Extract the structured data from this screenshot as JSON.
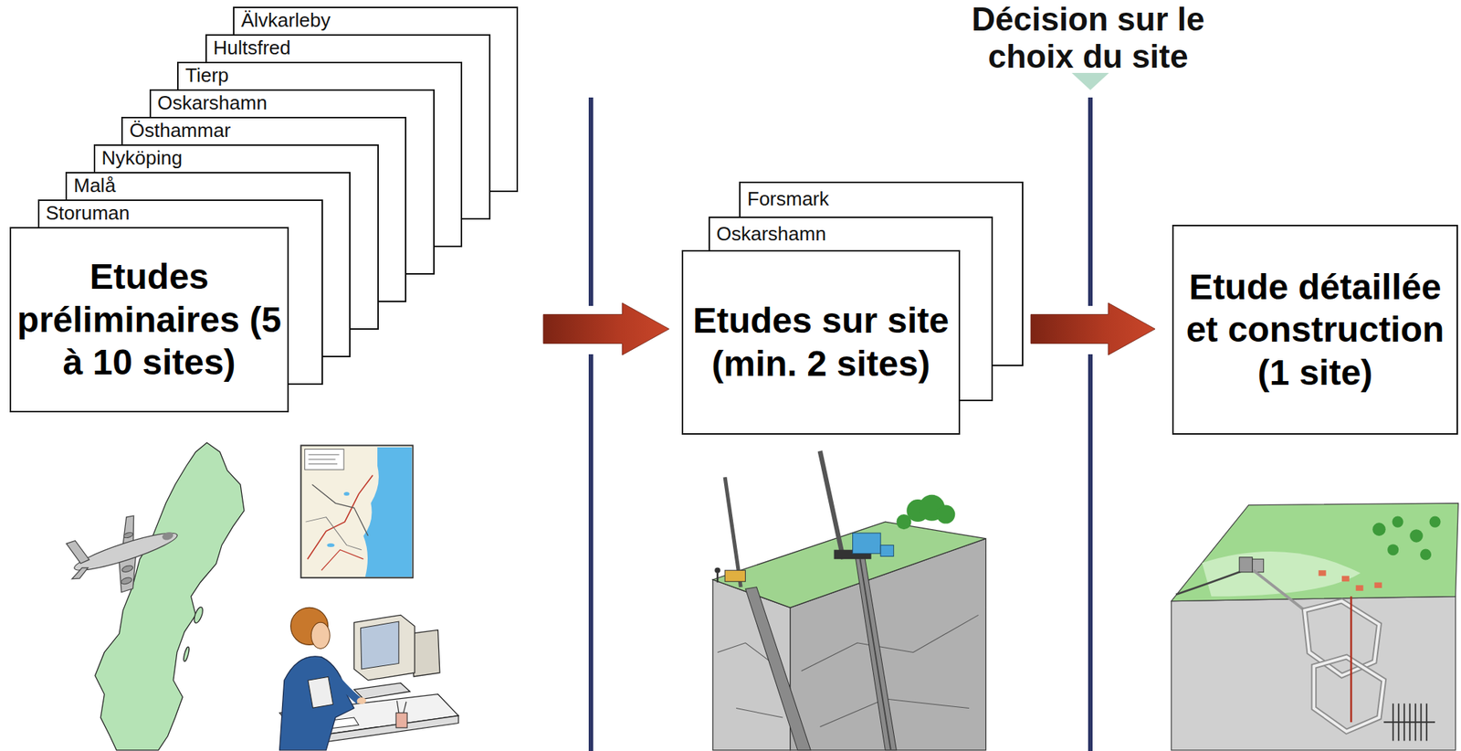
{
  "diagram": {
    "nodes": [
      {
        "text": [
          "Älvkarleby"
        ]
      },
      {
        "text": [
          "Hultsfred"
        ]
      },
      {
        "text": [
          "Tierp"
        ]
      },
      {
        "text": [
          "Oskarshamn"
        ]
      },
      {
        "text": [
          "Östhammar"
        ]
      },
      {
        "text": [
          "Nyköping"
        ]
      },
      {
        "text": [
          "Malå"
        ]
      },
      {
        "text": [
          "Storuman"
        ]
      },
      {
        "text": [
          "Etudes préliminaires (5 à 10 sites)"
        ]
      },
      {
        "text": [
          "Forsmark"
        ]
      },
      {
        "text": [
          "Oskarshamn"
        ]
      },
      {
        "text": [
          "Etudes sur site (min. 2 sites)"
        ]
      },
      {
        "text": [
          "Etude détaillée et construction (1 site)"
        ]
      }
    ],
    "edges": [
      {
        "from": 8,
        "to": 11,
        "arrow": "to"
      },
      {
        "from": 11,
        "to": 12,
        "arrow": "to"
      }
    ],
    "labels": [
      "Décision sur le choix du site"
    ]
  }
}
